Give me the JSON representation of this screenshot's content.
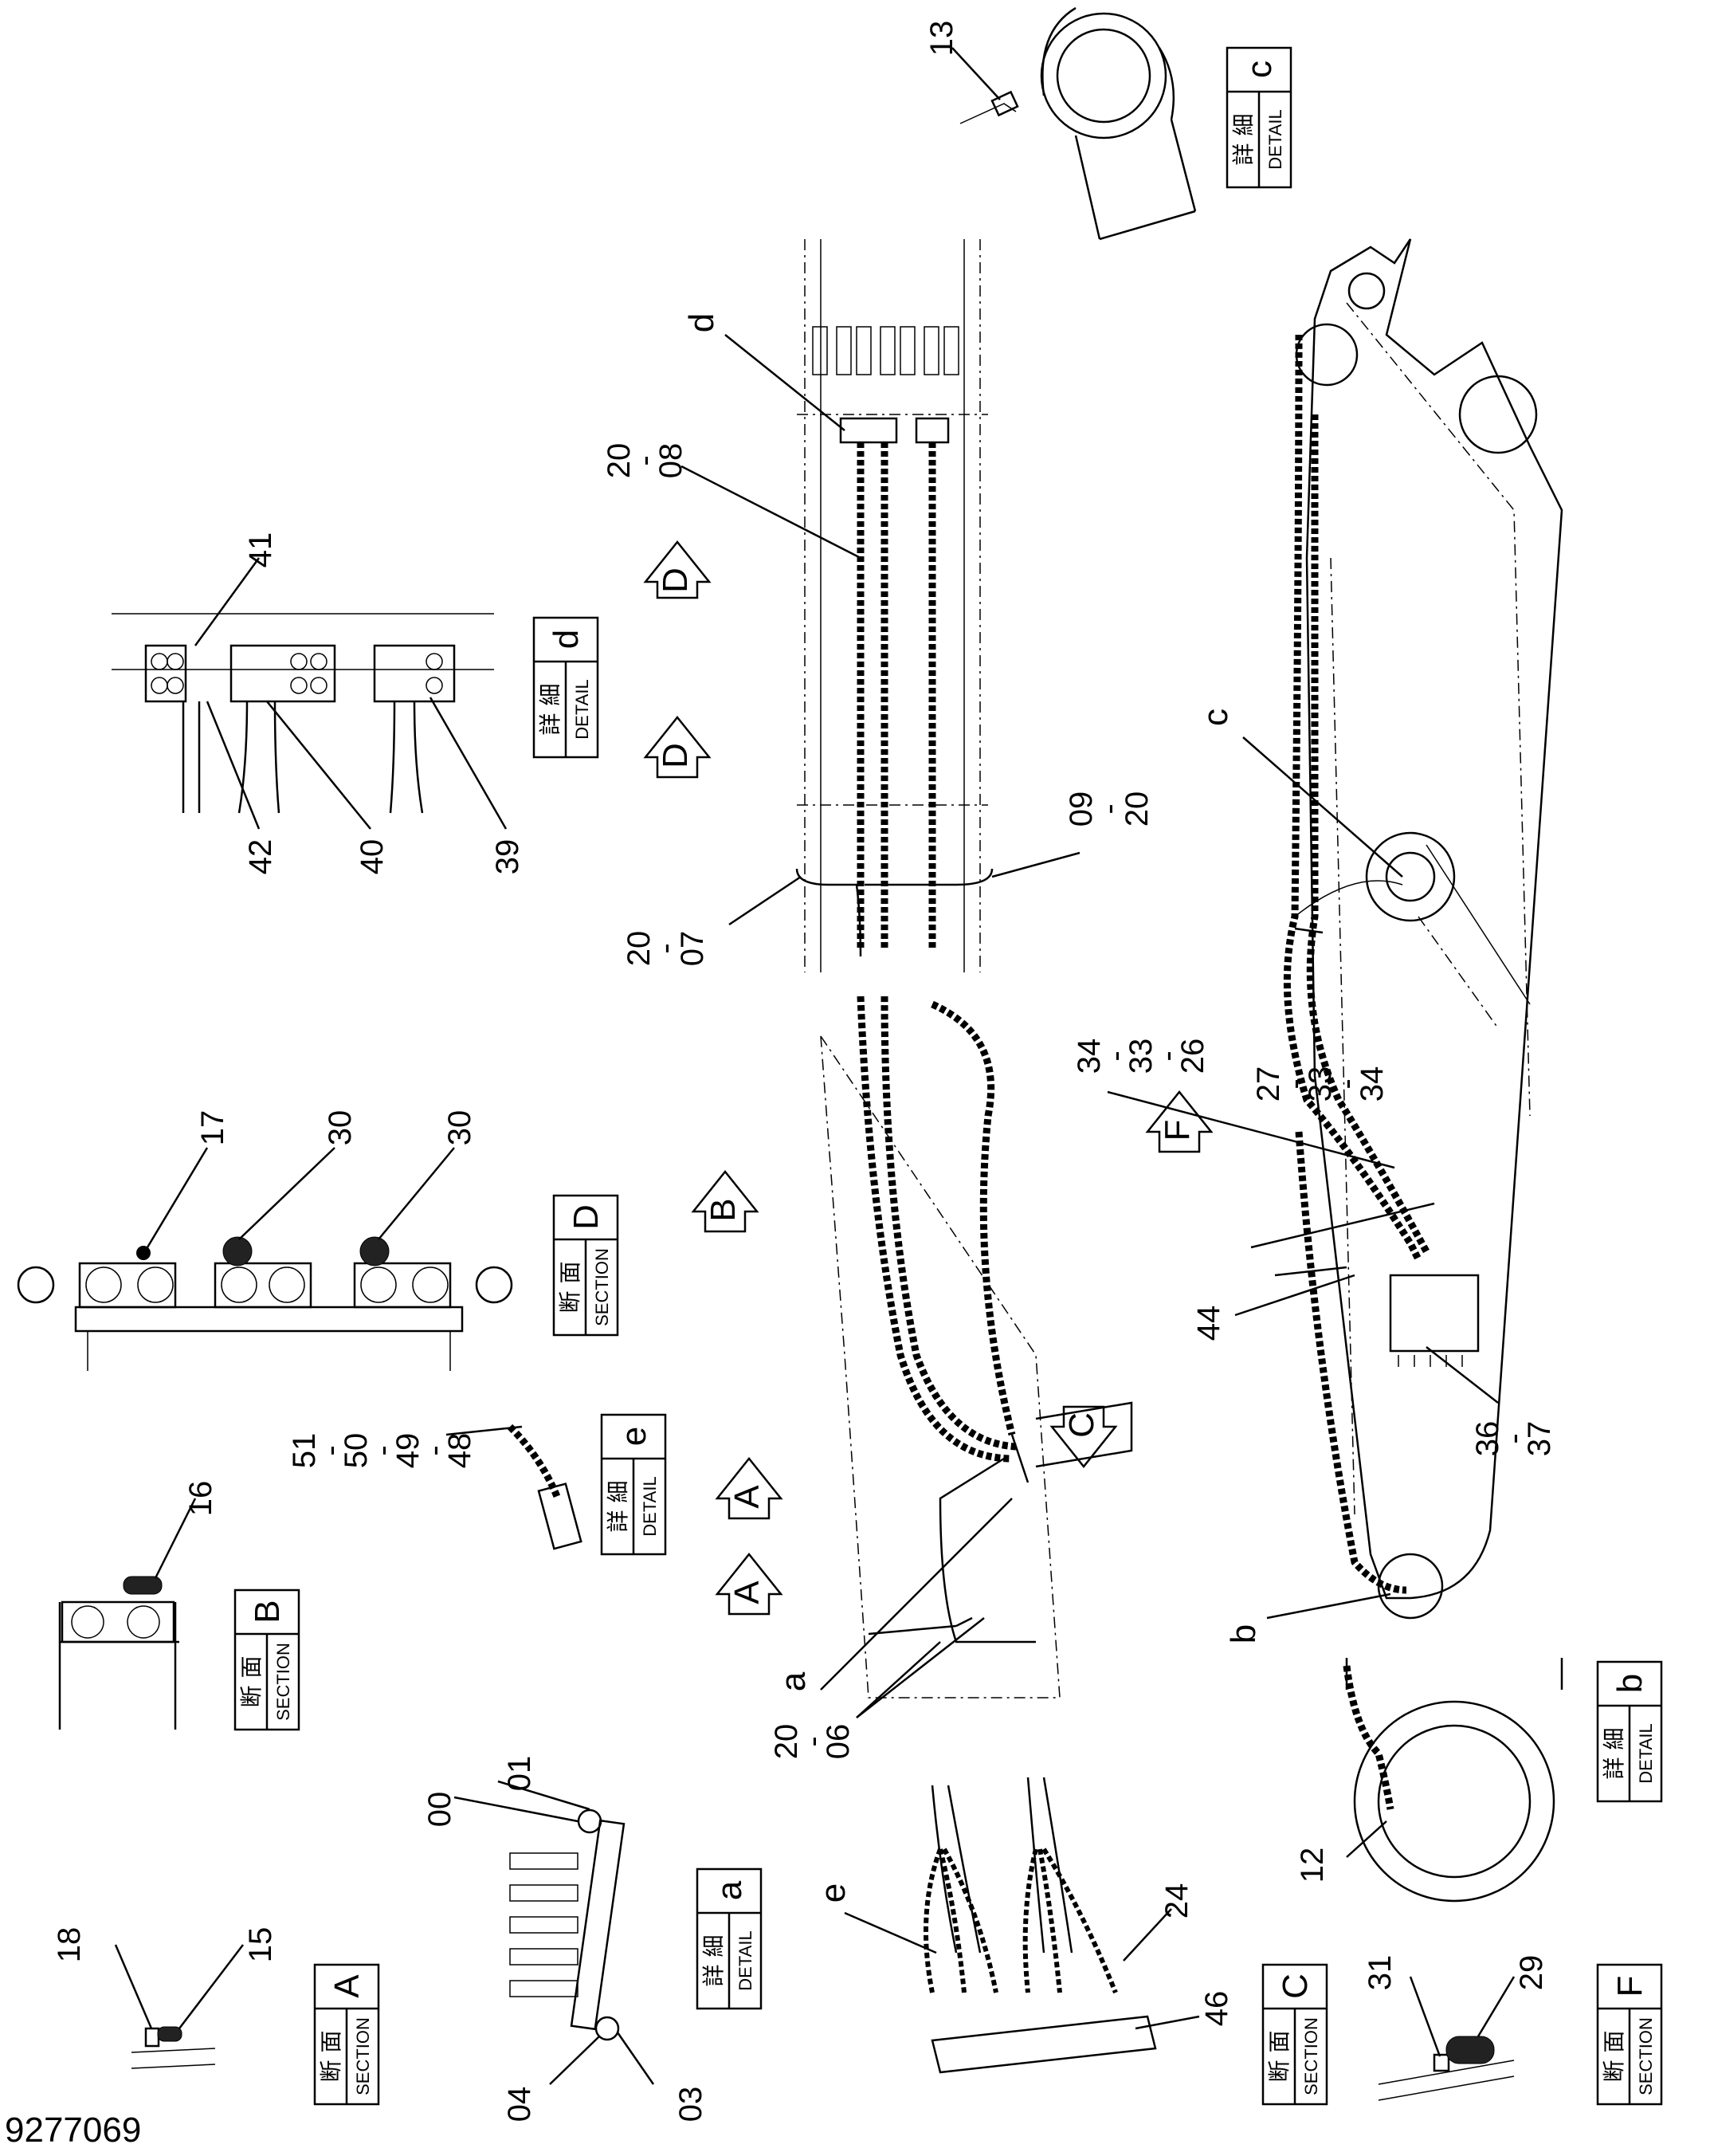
{
  "drawing_number": "9277069",
  "callout_numbers": [
    "13",
    "20",
    "08",
    "41",
    "42",
    "40",
    "39",
    "09",
    "20",
    "20",
    "07",
    "17",
    "30",
    "30",
    "34",
    "33",
    "26",
    "27",
    "33",
    "34",
    "44",
    "36",
    "37",
    "51",
    "50",
    "49",
    "48",
    "16",
    "20",
    "06",
    "18",
    "15",
    "00",
    "01",
    "04",
    "03",
    "24",
    "46",
    "31",
    "29",
    "12"
  ],
  "detail_letters": [
    "d",
    "c",
    "a",
    "b",
    "e"
  ],
  "view_arrows": [
    "D",
    "D",
    "B",
    "A",
    "A",
    "C",
    "F"
  ],
  "label_boxes": [
    {
      "jp": "詳 細",
      "en": "DETAIL",
      "letter": "c"
    },
    {
      "jp": "詳 細",
      "en": "DETAIL",
      "letter": "d"
    },
    {
      "jp": "断 面",
      "en": "SECTION",
      "letter": "D"
    },
    {
      "jp": "詳 細",
      "en": "DETAIL",
      "letter": "e"
    },
    {
      "jp": "断 面",
      "en": "SECTION",
      "letter": "B"
    },
    {
      "jp": "断 面",
      "en": "SECTION",
      "letter": "A"
    },
    {
      "jp": "詳 細",
      "en": "DETAIL",
      "letter": "a"
    },
    {
      "jp": "断 面",
      "en": "SECTION",
      "letter": "C"
    },
    {
      "jp": "詳 細",
      "en": "DETAIL",
      "letter": "b"
    },
    {
      "jp": "断 面",
      "en": "SECTION",
      "letter": "F"
    }
  ],
  "separator": "-"
}
